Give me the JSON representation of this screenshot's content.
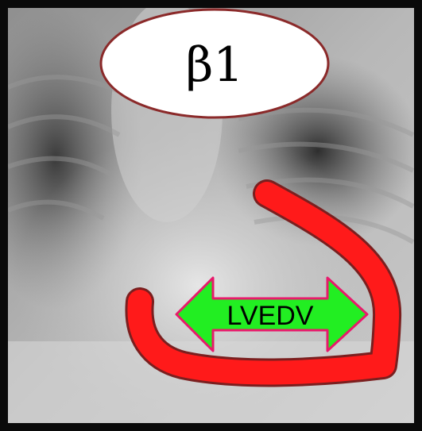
{
  "image": {
    "subject": "chest-xray",
    "frame_color": "#0a0a0a",
    "colors": {
      "oval_fill": "#ffffff",
      "oval_stroke": "#8b2a2a",
      "ventricle_fill": "#ff1a1a",
      "ventricle_stroke": "#7a1f1f",
      "arrow_fill": "#22ee22",
      "arrow_stroke": "#e8196b"
    }
  },
  "labels": {
    "receptor": "β1",
    "arrow": "LVEDV"
  }
}
